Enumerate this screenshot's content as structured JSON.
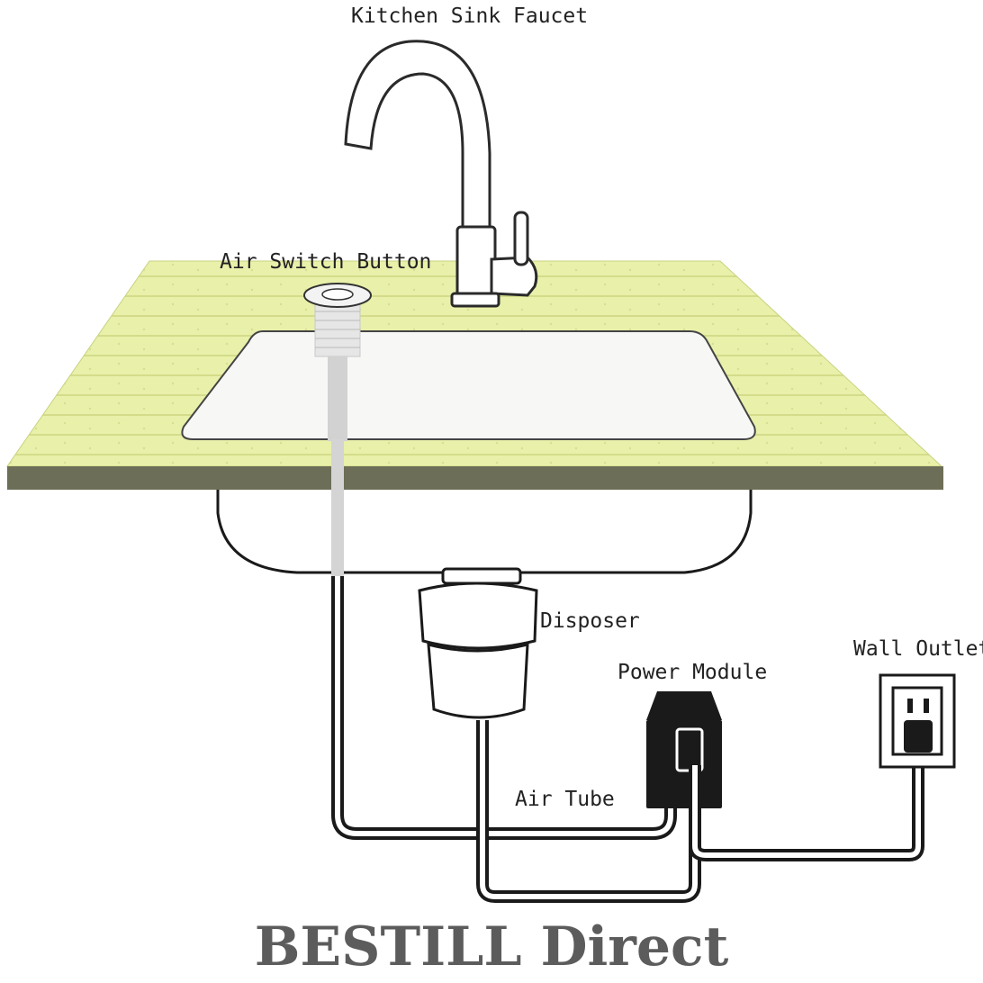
{
  "labels": {
    "faucet": "Kitchen Sink Faucet",
    "air_switch": "Air Switch Button",
    "disposer": "Disposer",
    "wall_outlet": "Wall Outlet",
    "power_module": "Power Module",
    "air_tube": "Air Tube"
  },
  "brand": "BESTILL Direct",
  "colors": {
    "countertop": "#e8efa8",
    "countertop_edge": "#6d6e57",
    "line": "#1a1a1a",
    "brand_text": "#5c5c5c"
  }
}
